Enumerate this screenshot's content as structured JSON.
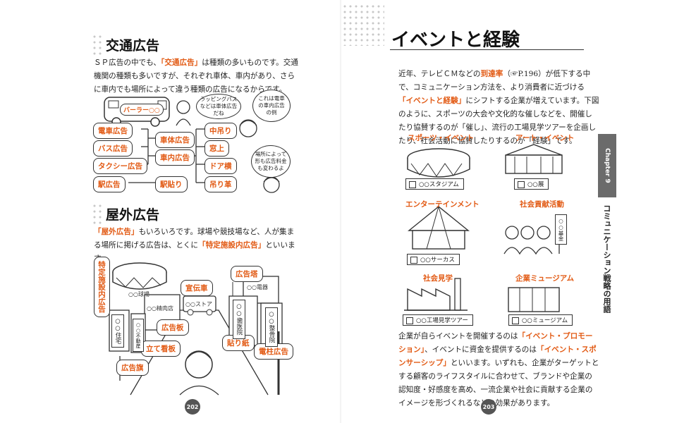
{
  "left": {
    "section1": {
      "title": "交通広告",
      "text_parts": [
        "ＳＰ広告の中でも、",
        "「交通広告」",
        "は種類の多いものです。交通機関の種類も多いですが、それぞれ車体、車内があり、さらに車内でも場所によって違う種類の広告になるからです。"
      ]
    },
    "bus_label": "バーラー○○",
    "bubbles": [
      "ラッピングバスなどは車体広告だね",
      "これは電車の車内広告の例",
      "場所によって形も広告料金も変わるよ"
    ],
    "diagram": {
      "left": [
        "電車広告",
        "バス広告",
        "タクシー広告",
        "駅広告"
      ],
      "middle": [
        "車体広告",
        "車内広告",
        "駅貼り"
      ],
      "right": [
        "中吊り",
        "窓上",
        "ドア横",
        "吊り革"
      ]
    },
    "section2": {
      "title": "屋外広告",
      "text_parts": [
        "「屋外広告」",
        "もいろいろです。球場や競技場など、人が集まる場所に掲げる広告は、とくに",
        "「特定施設内広告」",
        "といいます。"
      ]
    },
    "street": {
      "labels": [
        "特定施設内広告",
        "広告塔",
        "宣伝車",
        "広告板",
        "立て看板",
        "広告旗",
        "貼り紙",
        "電柱広告"
      ],
      "captions": [
        "○○球場",
        "○○精肉店",
        "○○ストア",
        "○○電器",
        "○○住宅",
        "○○不動産",
        "○○歯医院",
        "○○整骨院"
      ]
    },
    "page_number": "202"
  },
  "right": {
    "title": "イベントと経験",
    "intro_parts": [
      "近年、テレビＣＭなどの",
      "到達率",
      "（☞P.196）が低下する中で、コミュニケーション方法を、より消費者に近づける",
      "「イベントと経験」",
      "にシフトする企業が増えています。下図のように、スポーツの大会や文化的な催しなどを、開催したり協賛するのが「催し」、流行の工場見学ツアーを企画したり、社会活動に協賛したりするのが「経験」です。"
    ],
    "events": [
      {
        "title": "スポーツ・イベント",
        "box": "○○スタジアム"
      },
      {
        "title": "アート・イベント",
        "box": "○○展"
      },
      {
        "title": "エンターテインメント",
        "box": "○○サーカス"
      },
      {
        "title": "社会貢献活動",
        "box": ""
      },
      {
        "title": "社会見学",
        "box": "○○工場見学ツアー"
      },
      {
        "title": "企業ミュージアム",
        "box": "○○ミュージアム"
      }
    ],
    "social_sign": "○○基金",
    "outro_parts": [
      "企業が自らイベントを開催するのは",
      "「イベント・プロモーション」",
      "、イベントに資金を提供するのは",
      "「イベント・スポンサーシップ」",
      "といいます。いずれも、企業がターゲットとする顧客のライフスタイルに合わせて、ブランドや企業の認知度・好感度を高め、一流企業や社会に貢献する企業のイメージを形づくれるなどの効果があります。"
    ],
    "tab_chapter": "Chapter 9",
    "tab_title": "コミュニケーション戦略の用語",
    "page_number": "203"
  }
}
